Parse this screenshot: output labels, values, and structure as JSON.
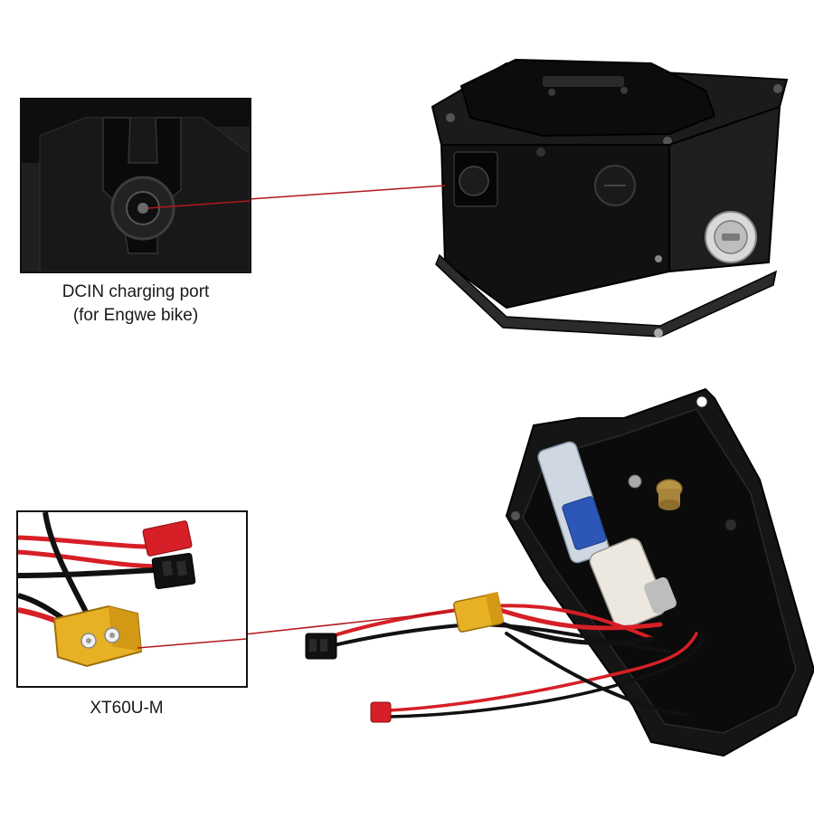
{
  "callouts": {
    "top_caption_line1": "DCIN charging port",
    "top_caption_line2": "(for Engwe bike)",
    "bottom_caption": "XT60U-M"
  },
  "colors": {
    "leader_line": "#b3161c",
    "housing": "#141414",
    "xt60_yellow": "#e8b024",
    "wire_red": "#d61f26",
    "wire_black": "#111111"
  }
}
